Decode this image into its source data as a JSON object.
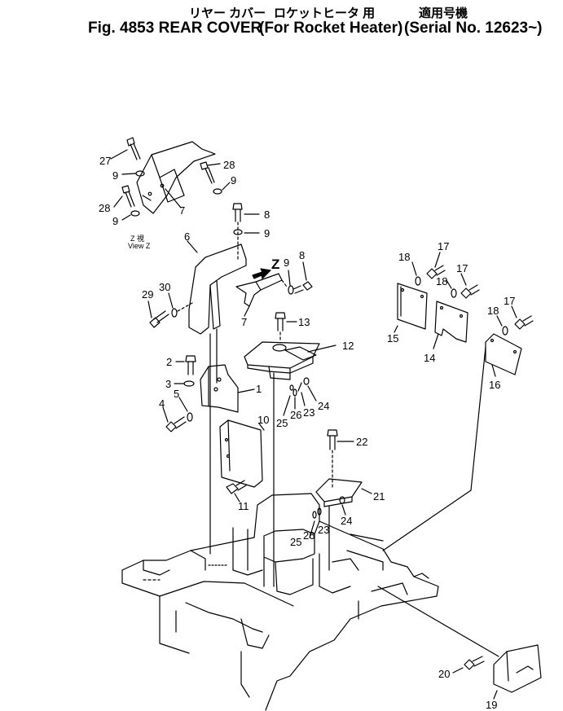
{
  "title": {
    "jp_part": "リヤー カバー",
    "jp_heater": "ロケットヒータ 用",
    "jp_serial": "適用号機",
    "fig": "Fig. 4853 REAR COVER",
    "heater": "(For Rocket Heater)",
    "serial": "(Serial No. 12623~)"
  },
  "view_label": {
    "jp": "Z 視",
    "en": "View Z"
  },
  "arrow_label": "Z",
  "callouts": [
    {
      "id": "c27",
      "text": "27"
    },
    {
      "id": "c9a",
      "text": "9"
    },
    {
      "id": "c28a",
      "text": "28"
    },
    {
      "id": "c9b",
      "text": "9"
    },
    {
      "id": "c28b",
      "text": "28"
    },
    {
      "id": "c9c",
      "text": "9"
    },
    {
      "id": "c7a",
      "text": "7"
    },
    {
      "id": "c8a",
      "text": "8"
    },
    {
      "id": "c9d",
      "text": "9"
    },
    {
      "id": "c6",
      "text": "6"
    },
    {
      "id": "c9e",
      "text": "9"
    },
    {
      "id": "c8b",
      "text": "8"
    },
    {
      "id": "c29",
      "text": "29"
    },
    {
      "id": "c30",
      "text": "30"
    },
    {
      "id": "c7b",
      "text": "7"
    },
    {
      "id": "c13",
      "text": "13"
    },
    {
      "id": "c12",
      "text": "12"
    },
    {
      "id": "c2",
      "text": "2"
    },
    {
      "id": "c3",
      "text": "3"
    },
    {
      "id": "c1",
      "text": "1"
    },
    {
      "id": "c5",
      "text": "5"
    },
    {
      "id": "c4",
      "text": "4"
    },
    {
      "id": "c24a",
      "text": "24"
    },
    {
      "id": "c25a",
      "text": "25"
    },
    {
      "id": "c26a",
      "text": "26"
    },
    {
      "id": "c23a",
      "text": "23"
    },
    {
      "id": "c10",
      "text": "10"
    },
    {
      "id": "c11",
      "text": "11"
    },
    {
      "id": "c22",
      "text": "22"
    },
    {
      "id": "c21",
      "text": "21"
    },
    {
      "id": "c24b",
      "text": "24"
    },
    {
      "id": "c25b",
      "text": "25"
    },
    {
      "id": "c26b",
      "text": "26"
    },
    {
      "id": "c23b",
      "text": "23"
    },
    {
      "id": "c18a",
      "text": "18"
    },
    {
      "id": "c17a",
      "text": "17"
    },
    {
      "id": "c17b",
      "text": "17"
    },
    {
      "id": "c18b",
      "text": "18"
    },
    {
      "id": "c15",
      "text": "15"
    },
    {
      "id": "c14",
      "text": "14"
    },
    {
      "id": "c18c",
      "text": "18"
    },
    {
      "id": "c17c",
      "text": "17"
    },
    {
      "id": "c16",
      "text": "16"
    },
    {
      "id": "c20",
      "text": "20"
    },
    {
      "id": "c19",
      "text": "19"
    }
  ]
}
